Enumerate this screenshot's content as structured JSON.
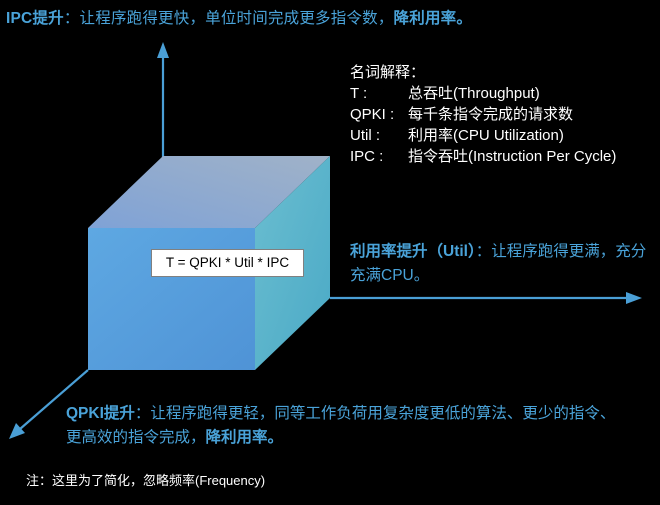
{
  "ipc_caption": {
    "label": "IPC提升",
    "text": "：让程序跑得更快，单位时间完成更多指令数，",
    "emphasis": "降利用率。"
  },
  "glossary": {
    "title": "名词解释：",
    "items": [
      {
        "term": "T :",
        "desc": "总吞吐(Throughput)"
      },
      {
        "term": "QPKI :",
        "desc": "每千条指令完成的请求数"
      },
      {
        "term": "Util :",
        "desc": "利用率(CPU Utilization)"
      },
      {
        "term": "IPC :",
        "desc": "指令吞吐(Instruction Per Cycle)"
      }
    ]
  },
  "util_caption": {
    "label": "利用率提升（Util）",
    "text": "：让程序跑得更满，充分充满CPU。"
  },
  "qpki_caption": {
    "label": "QPKI提升",
    "text": "：让程序跑得更轻，同等工作负荷用复杂度更低的算法、更少的指令、更高效的指令完成，",
    "emphasis": "降利用率。"
  },
  "formula": "T = QPKI * Util * IPC",
  "footnote": "注：这里为了简化，忽略频率(Frequency)",
  "colors": {
    "accent": "#4aa3d9",
    "cube_front": "#5aa2dd",
    "cube_top": "#8eaad0",
    "cube_side": "#5bb6c9",
    "axis": "#4a9fd6"
  }
}
